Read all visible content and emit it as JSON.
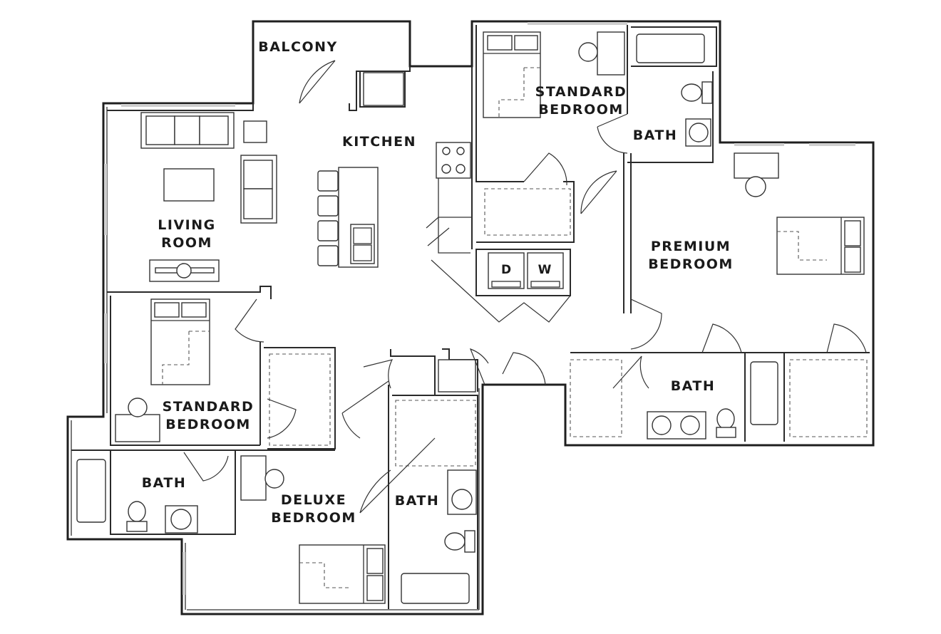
{
  "rooms": {
    "balcony": "BALCONY",
    "kitchen": "KITCHEN",
    "living_line1": "LIVING",
    "living_line2": "ROOM",
    "standard_top_line1": "STANDARD",
    "standard_top_line2": "BEDROOM",
    "bath_top": "BATH",
    "premium_line1": "PREMIUM",
    "premium_line2": "BEDROOM",
    "bath_premium": "BATH",
    "standard_left_line1": "STANDARD",
    "standard_left_line2": "BEDROOM",
    "bath_left": "BATH",
    "deluxe_line1": "DELUXE",
    "deluxe_line2": "BEDROOM",
    "bath_deluxe": "BATH"
  },
  "appliances": {
    "dryer": "D",
    "washer": "W"
  }
}
